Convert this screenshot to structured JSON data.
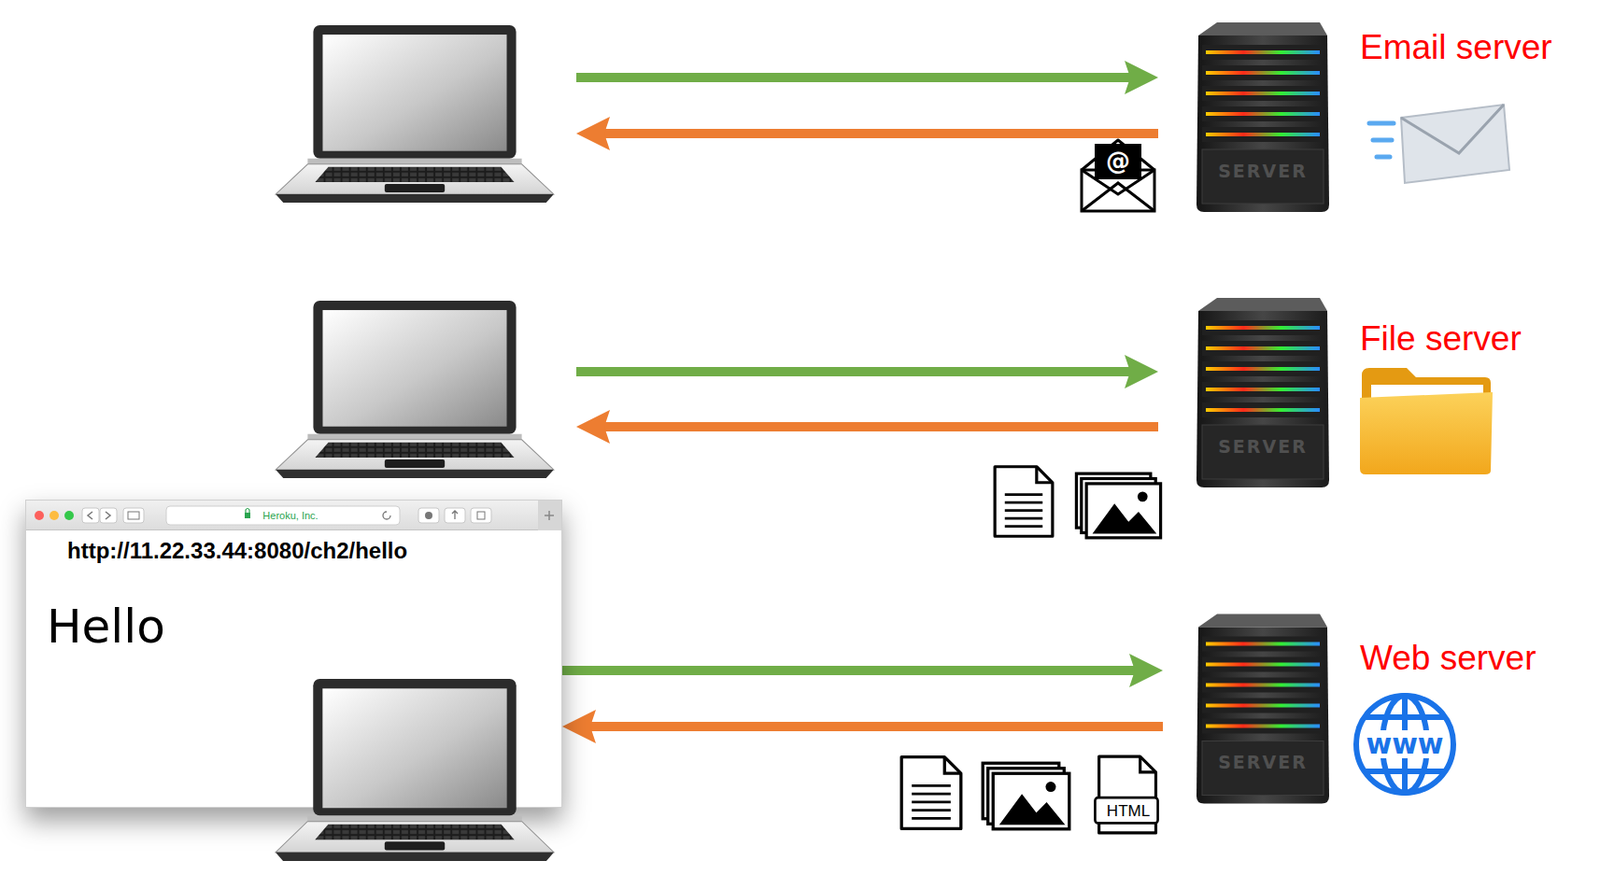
{
  "diagram": {
    "nodes": [
      {
        "text": [
          "SERVER",
          "Email server"
        ]
      },
      {
        "text": [
          "SERVER",
          "File server"
        ]
      },
      {
        "text": [
          "Heroku, Inc.",
          "http://11.22.33.44:8080/ch2/hello",
          "Hello"
        ]
      },
      {
        "text": [
          "SERVER",
          "Web server"
        ]
      }
    ],
    "edges": [
      {
        "from": 2,
        "to": 3,
        "arrow": "to"
      },
      {
        "from": 3,
        "to": 2,
        "arrow": "to"
      }
    ],
    "labels": [
      "@",
      "HTML",
      "www"
    ]
  }
}
